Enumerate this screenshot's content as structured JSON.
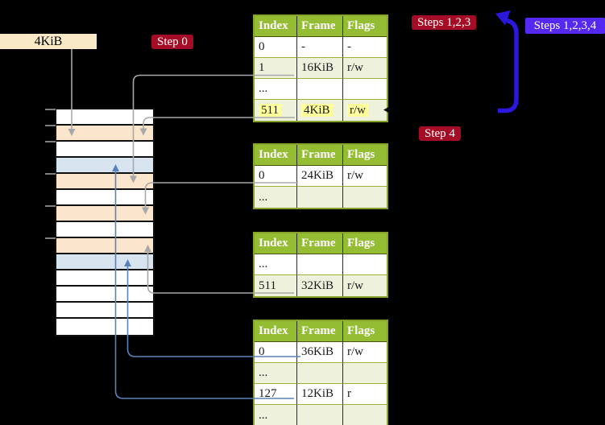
{
  "labels": {
    "page_size_tag": "4KiB",
    "step0": "Step 0",
    "steps_123": "Steps 1,2,3",
    "steps_1234": "Steps 1,2,3,4",
    "step4": "Step 4"
  },
  "tables": {
    "headers": [
      "Index",
      "Frame",
      "Flags"
    ],
    "level4": {
      "rows": [
        [
          "0",
          "-",
          "-"
        ],
        [
          "1",
          "16KiB",
          "r/w"
        ],
        [
          "...",
          "",
          ""
        ],
        [
          "511",
          "4KiB",
          "r/w"
        ]
      ]
    },
    "level3": {
      "rows": [
        [
          "0",
          "24KiB",
          "r/w"
        ],
        [
          "...",
          "",
          ""
        ]
      ]
    },
    "level2": {
      "rows": [
        [
          "...",
          "",
          ""
        ],
        [
          "511",
          "32KiB",
          "r/w"
        ]
      ]
    },
    "level1": {
      "rows": [
        [
          "0",
          "36KiB",
          "r/w"
        ],
        [
          "...",
          "",
          ""
        ],
        [
          "127",
          "12KiB",
          "r"
        ],
        [
          "...",
          "",
          ""
        ]
      ]
    }
  },
  "memory": {
    "row_colors": [
      "white",
      "peach",
      "white",
      "blue",
      "peach",
      "white",
      "peach",
      "white",
      "peach",
      "blue",
      "white",
      "white",
      "white",
      "white"
    ],
    "tick_ys": [
      135,
      155,
      175,
      215,
      255,
      295
    ]
  },
  "colors": {
    "table_header_green": "#95bd33",
    "table_row_green": "#eef2dd",
    "highlight_yellow": "#ffff9c",
    "frame_peach": "#fce5cd",
    "frame_blue": "#d9e4f1",
    "crimson_badge": "#a50d26",
    "blue_badge": "#5529f2",
    "thick_arrow_blue": "#2a18dd",
    "thin_arrow_blue": "#5b82b8",
    "arrow_grey": "#a8a8a8",
    "tag_tan": "#fae9c7"
  }
}
